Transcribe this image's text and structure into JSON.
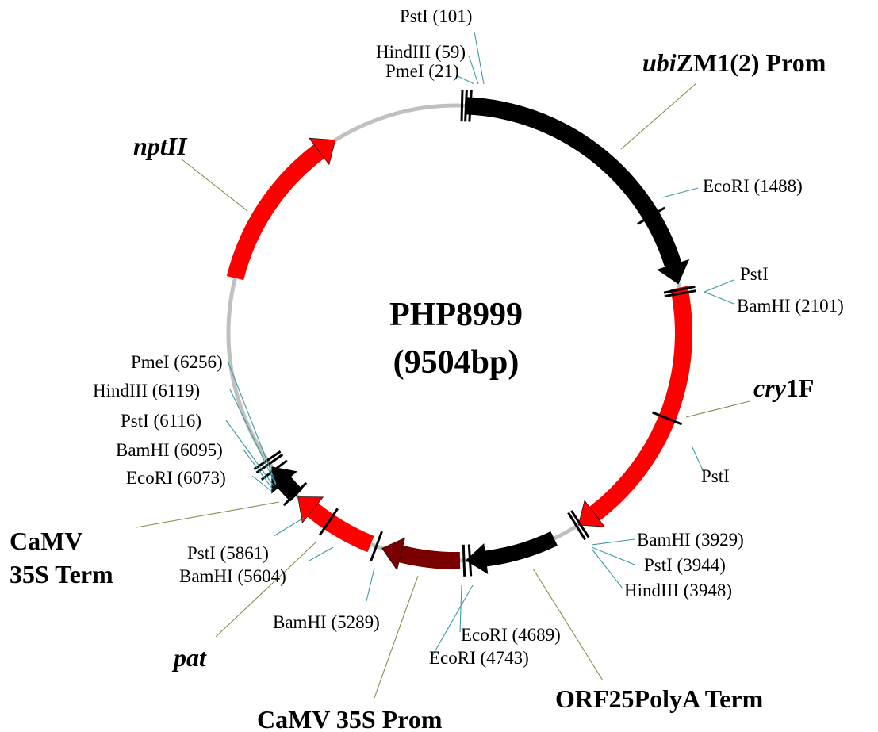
{
  "plasmid": {
    "name": "PHP8999",
    "size_label": "(9504bp)"
  },
  "colors": {
    "backbone": "#c0c0c0",
    "promoter_terminator": "#000000",
    "coding_gene": "#ff0000",
    "camv35s_promoter": "#7a0000",
    "site_leader": "#3d9aa6",
    "feature_leader": "#8a8a4a"
  },
  "features": {
    "ubi_prom": {
      "italic_part": "ubi",
      "rest": "ZM1(2) Prom"
    },
    "cry1f": {
      "italic_part": "cry",
      "rest": "1F"
    },
    "nptii": {
      "italic_part": "nptII",
      "rest": ""
    },
    "pat": {
      "italic_part": "pat",
      "rest": ""
    },
    "camv_term_line1": "CaMV",
    "camv_term_line2": "35S Term",
    "camv_prom": "CaMV 35S Prom",
    "orf25": "ORF25PolyA Term"
  },
  "sites": {
    "psti_101": "PstI (101)",
    "hindiii_59": "HindIII (59)",
    "pmei_21": "PmeI (21)",
    "ecori_1488": "EcoRI (1488)",
    "psti_2101": "PstI",
    "bamhi_2101": "BamHI (2101)",
    "psti_cry": "PstI",
    "bamhi_3929": "BamHI (3929)",
    "psti_3944": "PstI (3944)",
    "hindiii_3948": "HindIII (3948)",
    "ecori_4689": "EcoRI (4689)",
    "ecori_4743": "EcoRI (4743)",
    "bamhi_5289": "BamHI (5289)",
    "psti_5861": "PstI (5861)",
    "bamhi_5604": "BamHI (5604)",
    "pmei_6256": "PmeI (6256)",
    "hindiii_6119": "HindIII (6119)",
    "psti_6116": "PstI (6116)",
    "bamhi_6095": "BamHI (6095)",
    "ecori_6073": "EcoRI (6073)"
  }
}
